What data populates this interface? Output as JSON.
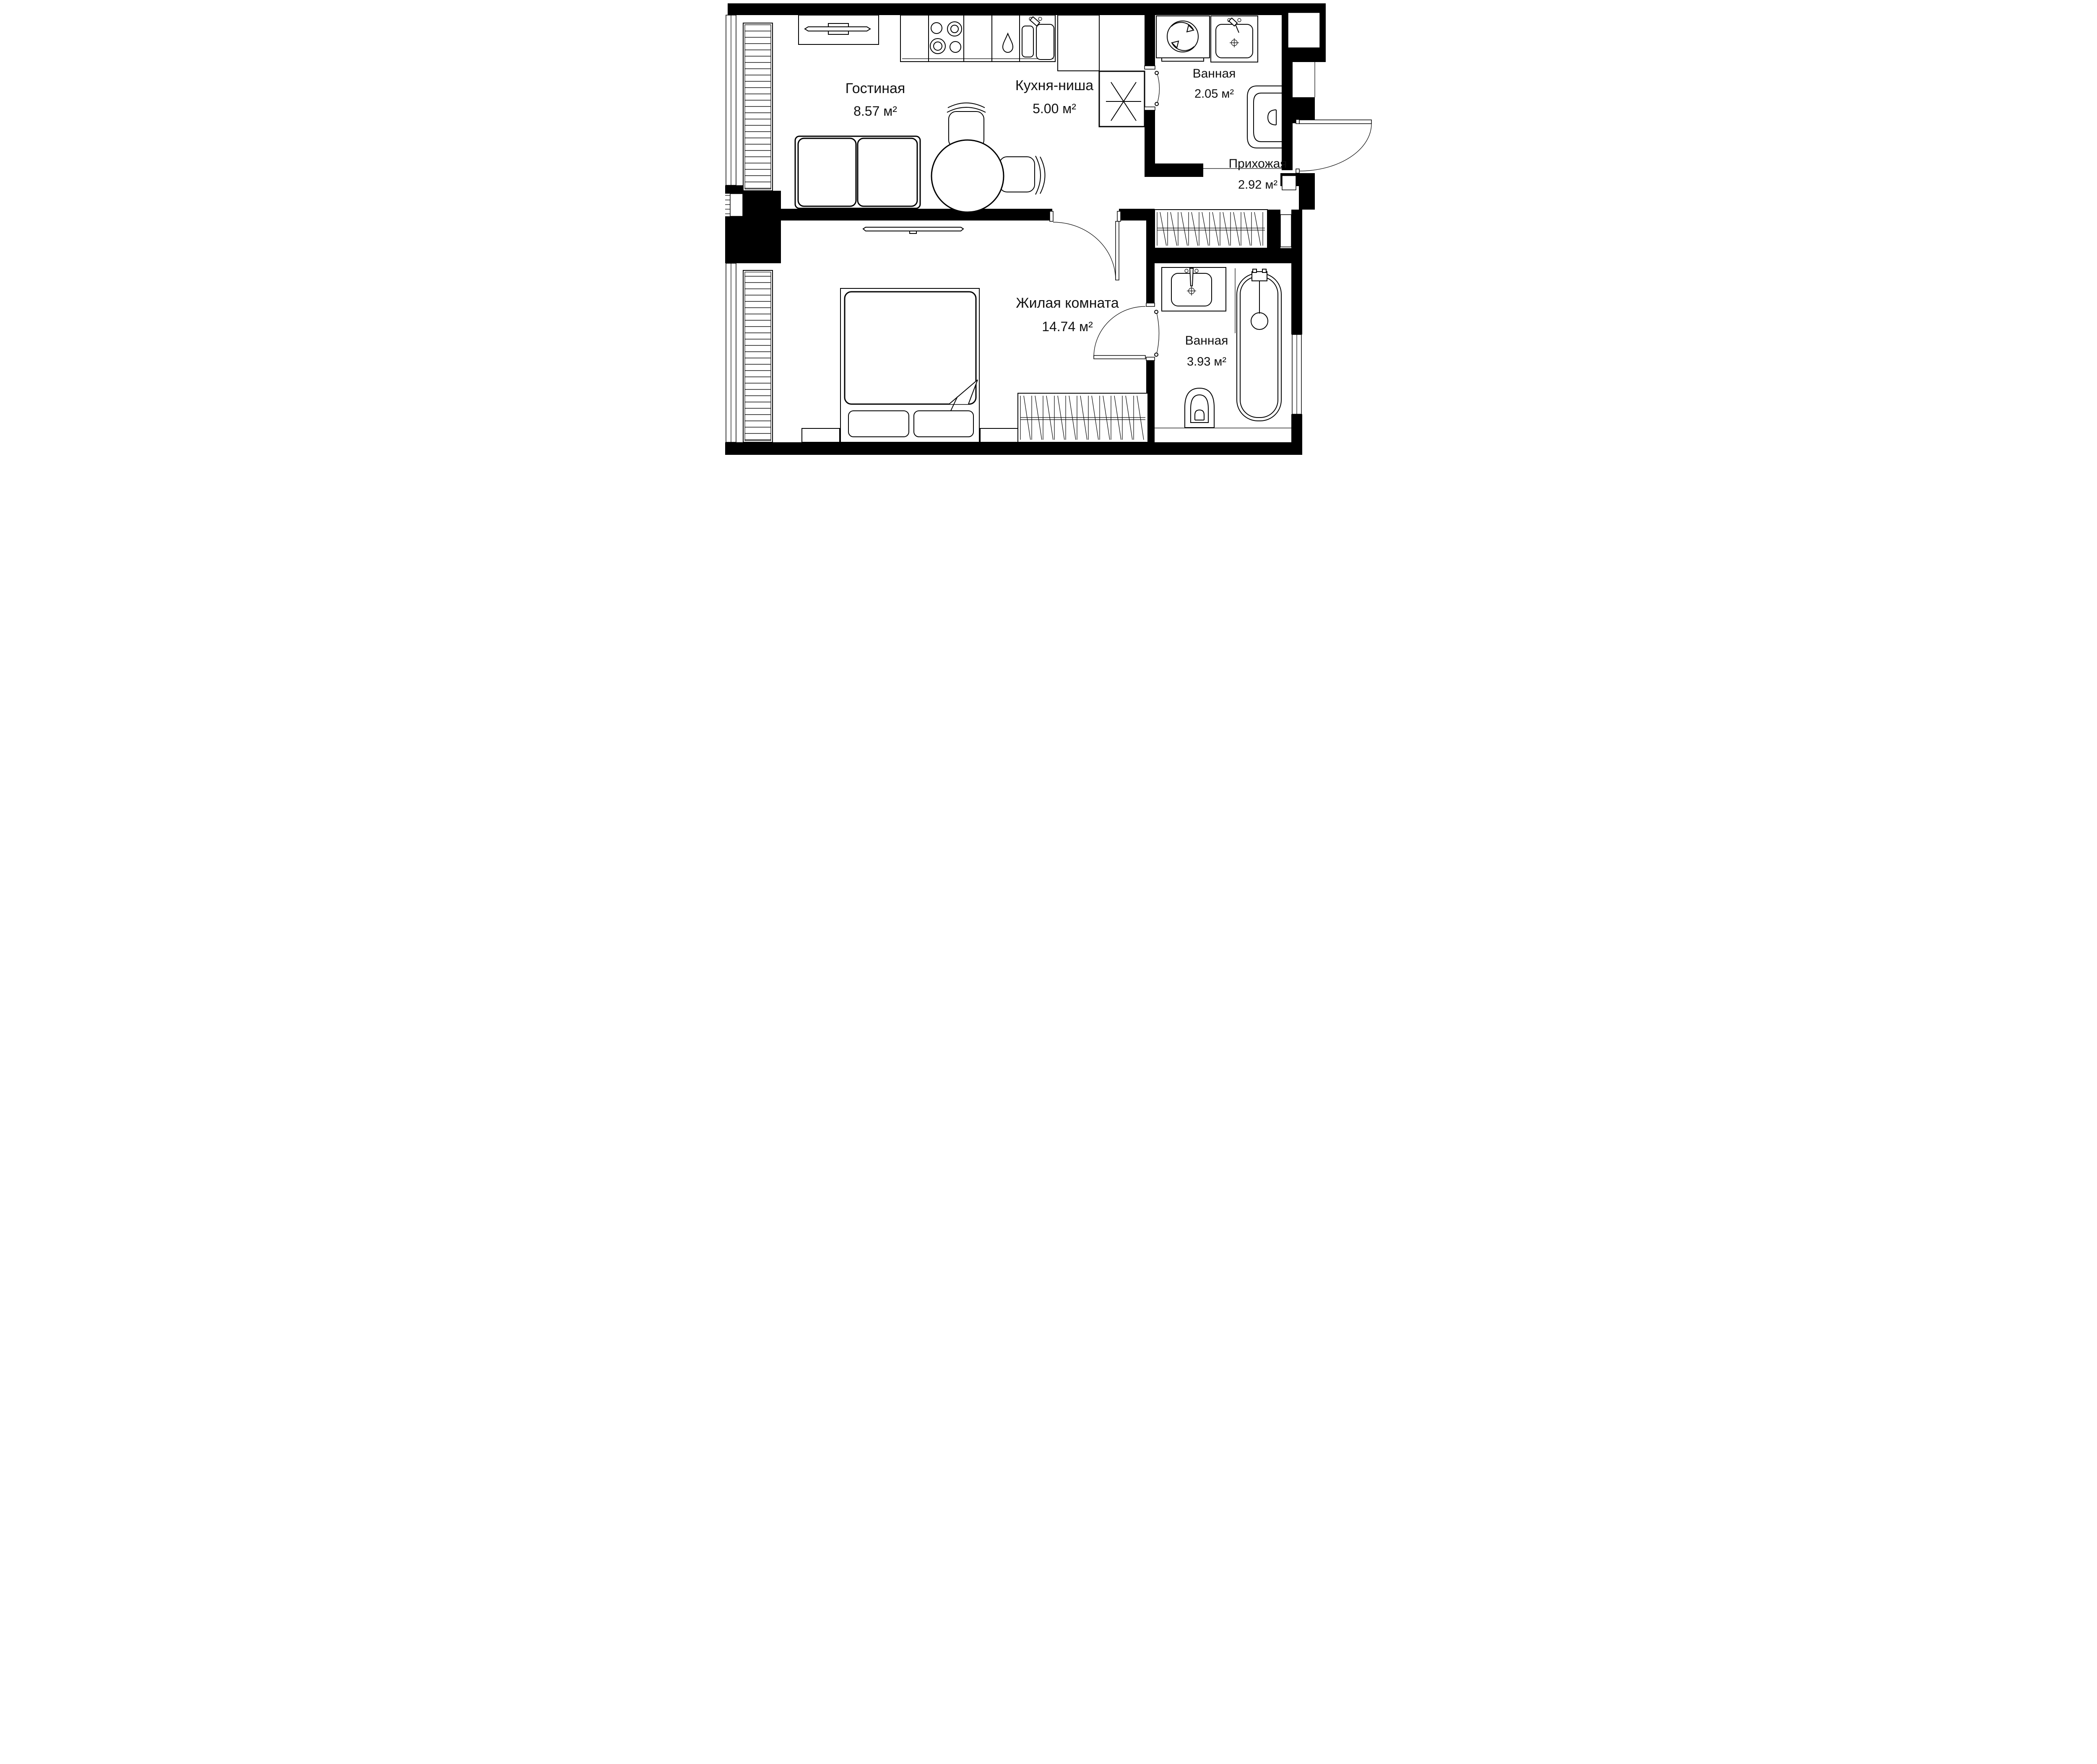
{
  "plan": {
    "colors": {
      "line": "#000000",
      "background": "#ffffff",
      "wall": "#000000"
    },
    "rooms": [
      {
        "id": "living",
        "name": "Гостиная",
        "area": "8.57 м²"
      },
      {
        "id": "kitchen",
        "name": "Кухня-ниша",
        "area": "5.00 м²"
      },
      {
        "id": "bath-top",
        "name": "Ванная",
        "area": "2.05 м²"
      },
      {
        "id": "hall",
        "name": "Прихожая",
        "area": "2.92 м²"
      },
      {
        "id": "bedroom",
        "name": "Жилая комната",
        "area": "14.74 м²"
      },
      {
        "id": "bath-big",
        "name": "Ванная",
        "area": "3.93 м²"
      }
    ],
    "icons": [
      "tv-icon",
      "sofa-icon",
      "dining-table-icon",
      "chair-icon",
      "stove-burners-icon",
      "kitchen-sink-icon",
      "water-drop-icon",
      "vent-shaft-icon",
      "washing-machine-icon",
      "washbasin-icon",
      "toilet-icon",
      "bathtub-icon",
      "bed-icon",
      "nightstand-icon",
      "wardrobe-hangers-icon",
      "radiator-icon",
      "window-icon",
      "door-swing-icon",
      "entrance-door-icon"
    ]
  }
}
